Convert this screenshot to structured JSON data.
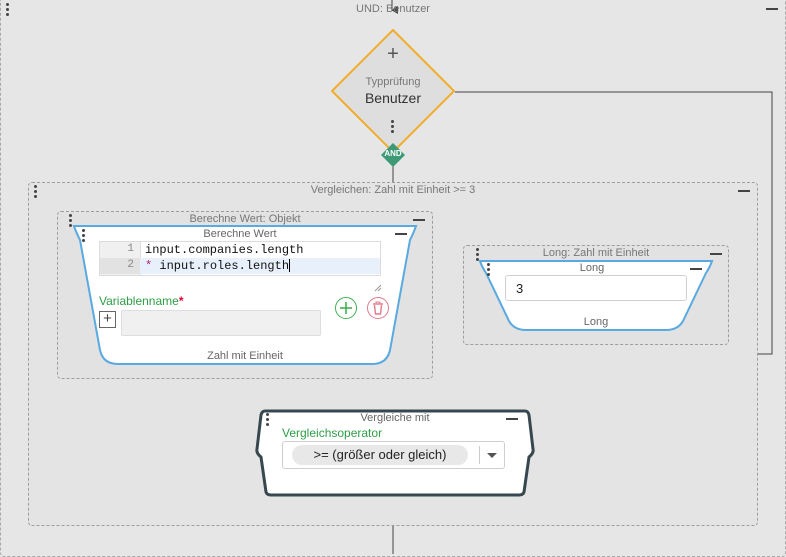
{
  "groups": {
    "und": {
      "title": "UND: Benutzer"
    },
    "vergleichen": {
      "title": "Vergleichen: Zahl mit Einheit >= 3"
    },
    "berechne_obj": {
      "title": "Berechne Wert: Objekt"
    },
    "long_group": {
      "title": "Long: Zahl mit Einheit"
    }
  },
  "typecheck": {
    "plus": "+",
    "subtitle": "Typprüfung",
    "title": "Benutzer",
    "badge": "AND"
  },
  "berechne": {
    "title": "Berechne Wert",
    "code": [
      {
        "num": "1",
        "text": "input.companies.length"
      },
      {
        "num": "2",
        "star": "*",
        "text": " input.roles.length"
      }
    ],
    "varname_label": "Variablenname",
    "required_mark": "*",
    "varname_value": "",
    "expand": "+",
    "footer": "Zahl mit Einheit"
  },
  "long_card": {
    "title": "Long",
    "value": "3",
    "footer": "Long"
  },
  "compare": {
    "title": "Vergleiche mit",
    "operator_label": "Vergleichsoperator",
    "operator_value": ">= (größer oder gleich)"
  },
  "colors": {
    "accent_orange": "#f0ad2c",
    "accent_blue": "#5aa9e0",
    "green": "#2e9e47",
    "required": "#e0003c",
    "badge": "#3e9a76",
    "dark": "#37474f"
  }
}
